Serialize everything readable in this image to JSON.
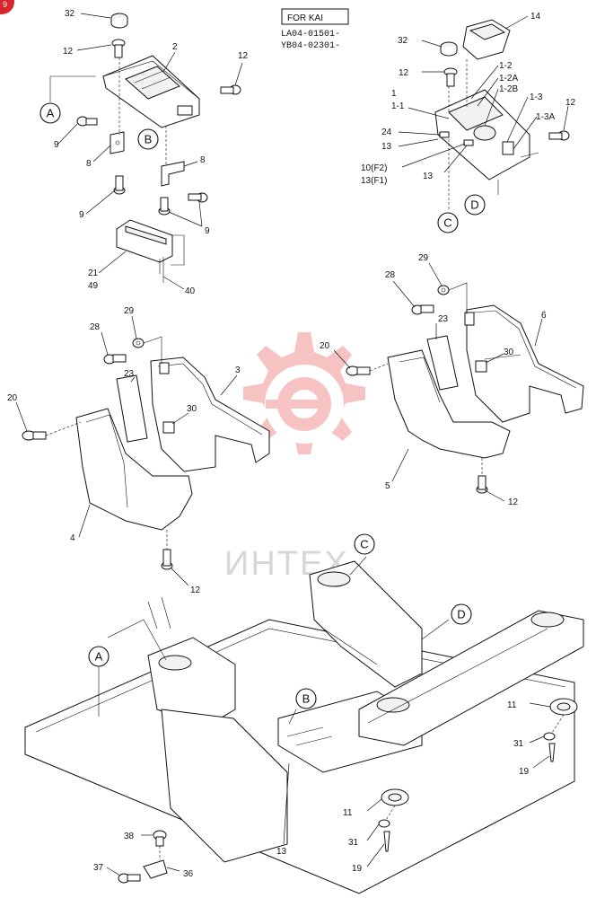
{
  "header": {
    "box_label": "FOR KAI",
    "serial_1": "LA04-01501-",
    "serial_2": "YB04-02301-"
  },
  "corner_mark": "9",
  "watermark": "ИНТЕХ",
  "callouts": {
    "A": "A",
    "B": "B",
    "C": "C",
    "D": "D"
  },
  "labels": {
    "p32a": "32",
    "p12a": "12",
    "p2": "2",
    "p12b": "12",
    "p9a": "9",
    "p8a": "8",
    "p8b": "8",
    "p9b": "9",
    "p9c": "9",
    "p21": "21",
    "p49": "49",
    "p40": "40",
    "p14": "14",
    "p32b": "32",
    "p12c": "12",
    "p1_2": "1-2",
    "p1_2a": "1-2A",
    "p1_2b": "1-2B",
    "p1": "1",
    "p1_1": "1-1",
    "p1_3": "1-3",
    "p1_3a": "1-3A",
    "p12d": "12",
    "p24": "24",
    "p13a": "13",
    "p10": "10(F2)",
    "p13f1": "13(F1)",
    "p13b": "13",
    "p29a": "29",
    "p28a": "28",
    "p6": "6",
    "p23a": "23",
    "p20a": "20",
    "p30a": "30",
    "p5": "5",
    "p12e": "12",
    "p28b": "28",
    "p29b": "29",
    "p23b": "23",
    "p3": "3",
    "p20b": "20",
    "p30b": "30",
    "p4": "4",
    "p12f": "12",
    "p11a": "11",
    "p31a": "31",
    "p19a": "19",
    "p11b": "11",
    "p31b": "31",
    "p19b": "19",
    "p13c": "13",
    "p38": "38",
    "p37": "37",
    "p36": "36"
  }
}
